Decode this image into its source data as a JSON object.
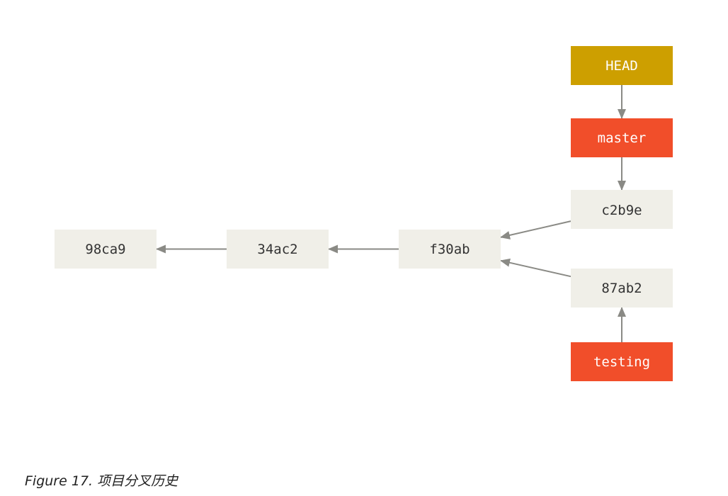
{
  "colors": {
    "commit_fill": "#f0efe8",
    "commit_stroke": "#e0dfd8",
    "commit_text": "#333333",
    "head_fill": "#cd9f00",
    "branch_fill": "#f14e2a",
    "label_text": "#ffffff",
    "arrow": "#8a8a85"
  },
  "nodes": {
    "head": {
      "label": "HEAD",
      "kind": "head"
    },
    "master": {
      "label": "master",
      "kind": "branch"
    },
    "c2b9e": {
      "label": "c2b9e",
      "kind": "commit"
    },
    "98ca9": {
      "label": "98ca9",
      "kind": "commit"
    },
    "34ac2": {
      "label": "34ac2",
      "kind": "commit"
    },
    "f30ab": {
      "label": "f30ab",
      "kind": "commit"
    },
    "87ab2": {
      "label": "87ab2",
      "kind": "commit"
    },
    "testing": {
      "label": "testing",
      "kind": "branch"
    }
  },
  "edges": [
    {
      "from": "head",
      "to": "master"
    },
    {
      "from": "master",
      "to": "c2b9e"
    },
    {
      "from": "c2b9e",
      "to": "f30ab"
    },
    {
      "from": "87ab2",
      "to": "f30ab"
    },
    {
      "from": "testing",
      "to": "87ab2"
    },
    {
      "from": "f30ab",
      "to": "34ac2"
    },
    {
      "from": "34ac2",
      "to": "98ca9"
    }
  ],
  "caption": {
    "figure": "Figure 17.",
    "title": "项目分叉历史"
  }
}
